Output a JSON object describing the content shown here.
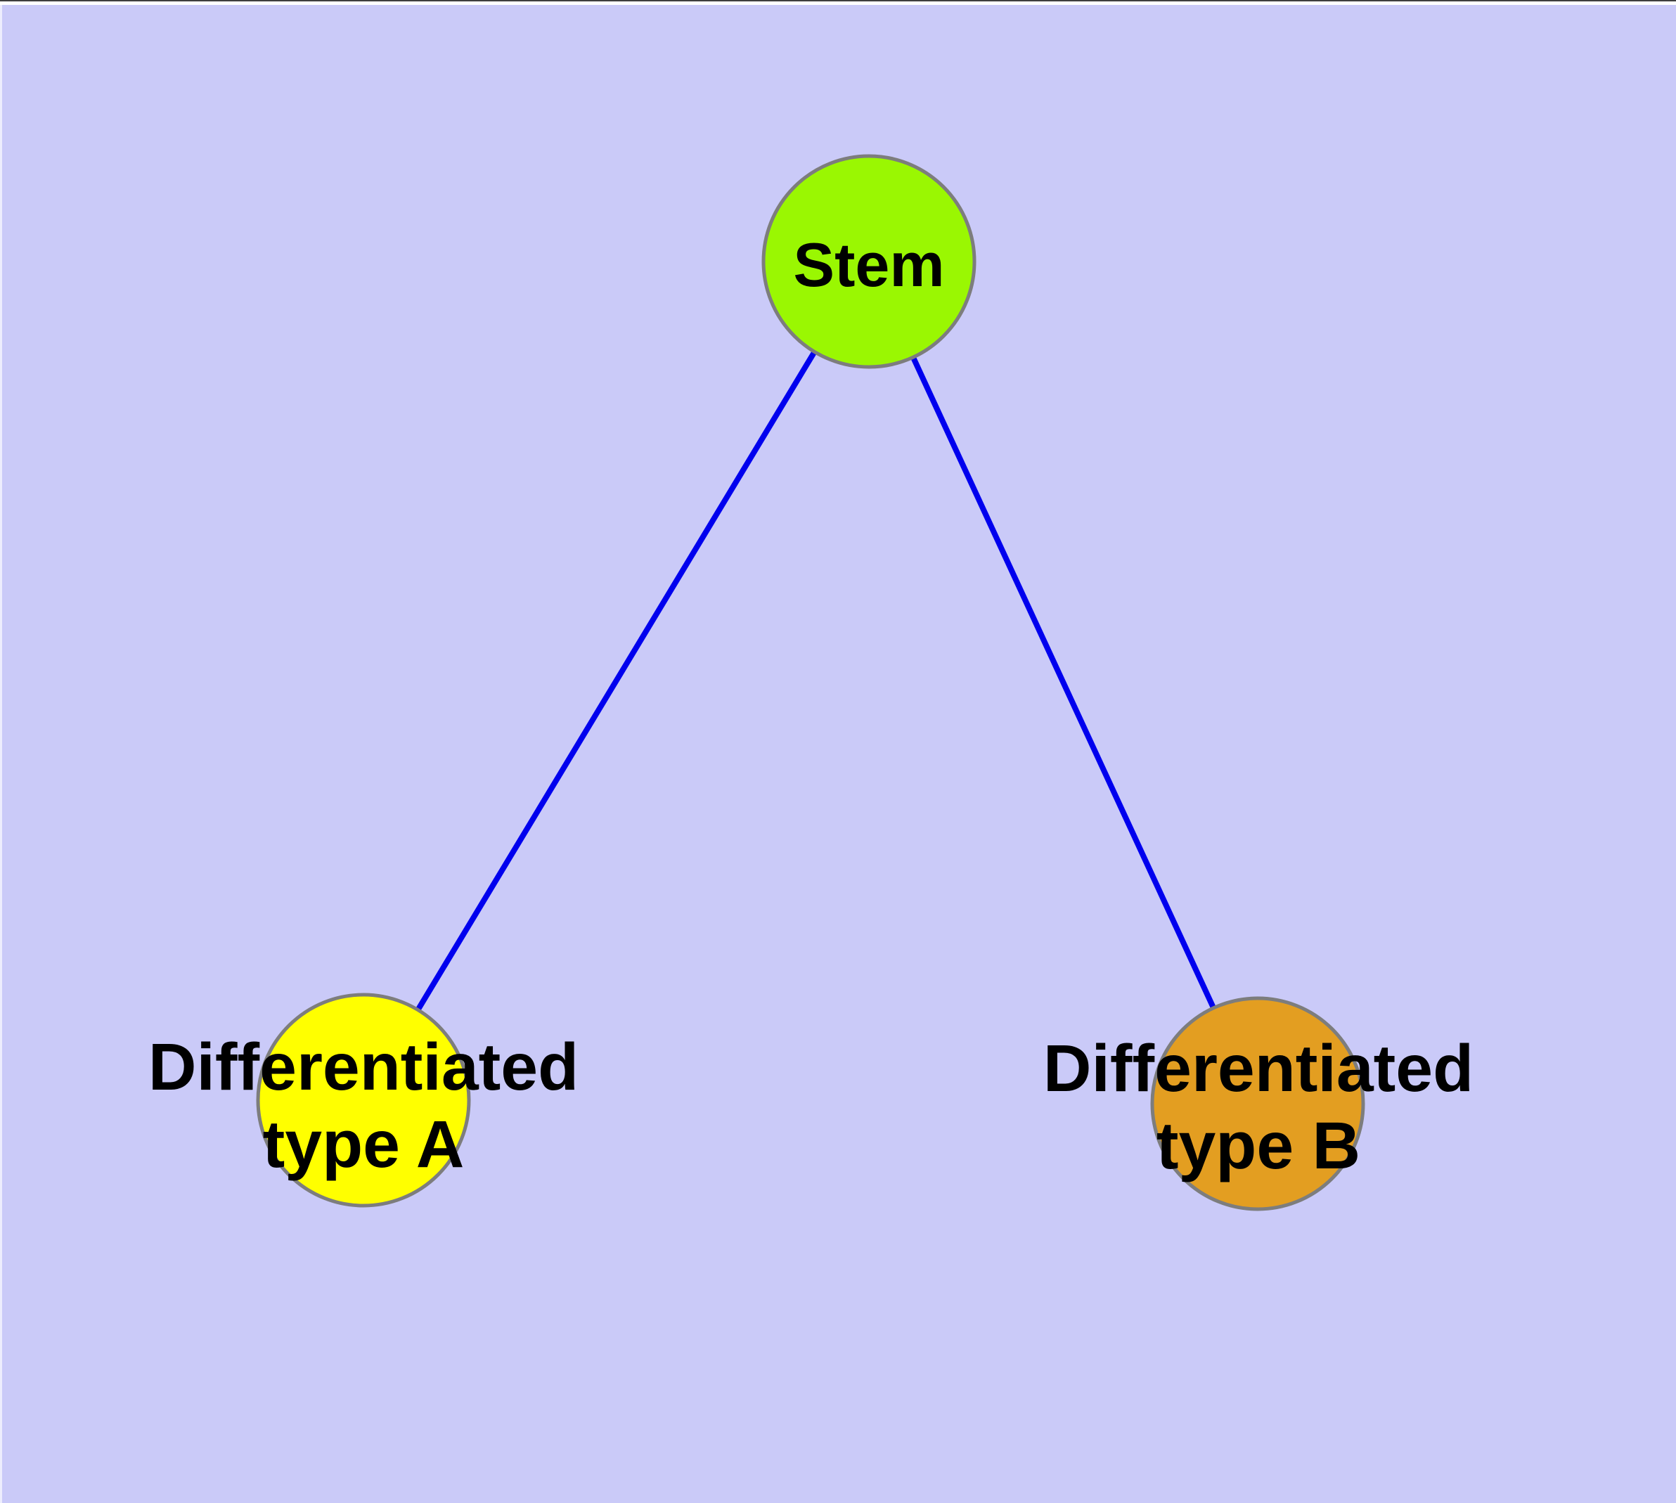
{
  "diagram": {
    "background_color": "#cacaf8",
    "text_color": "#000000",
    "edge_color": "#0000ee",
    "node_border_color": "#7d7d7d",
    "nodes": [
      {
        "id": "stem",
        "label": "Stem",
        "fill": "#9af702"
      },
      {
        "id": "differentiated-type-a",
        "label_line1": "Differentiated",
        "label_line2": "type A",
        "fill": "#ffff00"
      },
      {
        "id": "differentiated-type-b",
        "label_line1": "Differentiated",
        "label_line2": "type B",
        "fill": "#e39e21"
      }
    ],
    "edges": [
      {
        "from": "Stem",
        "to": "Differentiated type A"
      },
      {
        "from": "Stem",
        "to": "Differentiated type B"
      }
    ]
  }
}
